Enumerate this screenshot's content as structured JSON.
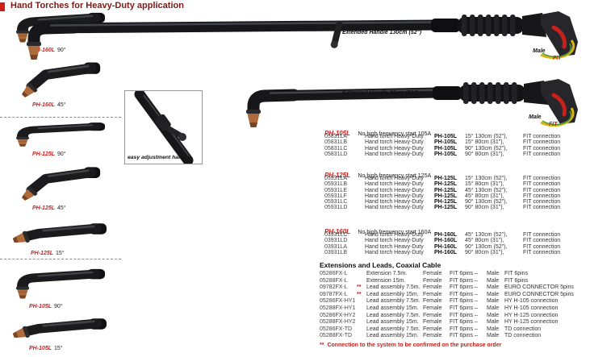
{
  "page": {
    "title": "Hand Torches for Heavy-Duty application"
  },
  "colors": {
    "title_maroon": "#7c1a16",
    "accent_red": "#c8201c",
    "model_red": "#d01f1f",
    "copper_tip": "#b06b3c",
    "cable_yellow": "#d9b512"
  },
  "left_torches": [
    {
      "model": "PH-160L",
      "angle": "90°"
    },
    {
      "model": "PH-160L",
      "angle": "45°"
    },
    {
      "model": "PH-125L",
      "angle": "90°"
    },
    {
      "model": "PH-125L",
      "angle": "45°"
    },
    {
      "model": "PH-125L",
      "angle": "15°"
    },
    {
      "model": "PH-105L",
      "angle": "90°"
    },
    {
      "model": "PH-105L",
      "angle": "15°"
    }
  ],
  "annotations": {
    "extended_handle_long": "Extended Handle 130cm (52\")",
    "extended_handle_short": "Extended Handle 80cm (31\")",
    "male_label": "Male",
    "fit_label": "FIT",
    "easy_adjust": "easy adjustment handle"
  },
  "torch_sections": [
    {
      "model": "PH-105L",
      "note": "No high frequency start 105A",
      "rows": [
        {
          "code": "05831LA",
          "desc": "Hand torch Heavy-Duty",
          "model": "PH-105L",
          "spec": "15°  130cm (52\"),",
          "conn": "FIT connection"
        },
        {
          "code": "05831LB",
          "desc": "Hand torch Heavy-Duty",
          "model": "PH-105L",
          "spec": "15°  80cm (31\"),",
          "conn": "FIT connection"
        },
        {
          "code": "05831LC",
          "desc": "Hand torch Heavy-Duty",
          "model": "PH-105L",
          "spec": "90°  130cm (52\"),",
          "conn": "FIT connection"
        },
        {
          "code": "05831LD",
          "desc": "Hand torch Heavy-Duty",
          "model": "PH-105L",
          "spec": "90°  80cm (31\"),",
          "conn": "FIT connection"
        }
      ]
    },
    {
      "model": "PH-125L",
      "note": "No high frequency start 125A",
      "rows": [
        {
          "code": "05931LA",
          "desc": "Hand torch Heavy-Duty",
          "model": "PH-125L",
          "spec": "15°  130cm (52\"),",
          "conn": "FIT connection"
        },
        {
          "code": "05931LB",
          "desc": "Hand torch Heavy-Duty",
          "model": "PH-125L",
          "spec": "15°  80cm (31\"),",
          "conn": "FIT connection"
        },
        {
          "code": "05931LE",
          "desc": "Hand torch Heavy-Duty",
          "model": "PH-125L",
          "spec": "45°  130cm (52\"),",
          "conn": "FIT connection"
        },
        {
          "code": "05931LF",
          "desc": "Hand torch Heavy-Duty",
          "model": "PH-125L",
          "spec": "45°  80cm (31\"),",
          "conn": "FIT connection"
        },
        {
          "code": "05931LC",
          "desc": "Hand torch Heavy-Duty",
          "model": "PH-125L",
          "spec": "90°  130cm (52\"),",
          "conn": "FIT connection"
        },
        {
          "code": "05931LD",
          "desc": "Hand torch Heavy-Duty",
          "model": "PH-125L",
          "spec": "90°  80cm (31\"),",
          "conn": "FIT connection"
        }
      ]
    },
    {
      "model": "PH-160L",
      "note": "No high frequency start 160A",
      "rows": [
        {
          "code": "03931LC",
          "desc": "Hand torch Heavy-Duty",
          "model": "PH-160L",
          "spec": "45°  130cm (52\"),",
          "conn": "FIT connection"
        },
        {
          "code": "03931LD",
          "desc": "Hand torch Heavy-Duty",
          "model": "PH-160L",
          "spec": "45°  80cm (31\"),",
          "conn": "FIT connection"
        },
        {
          "code": "03931LA",
          "desc": "Hand torch Heavy-Duty",
          "model": "PH-160L",
          "spec": "90°  130cm (52\"),",
          "conn": "FIT connection"
        },
        {
          "code": "03931LB",
          "desc": "Hand torch Heavy-Duty",
          "model": "PH-160L",
          "spec": "90°  80cm (31\"),",
          "conn": "FIT connection"
        }
      ]
    }
  ],
  "extensions": {
    "title": "Extensions and Leads, Coaxial Cable",
    "rows": [
      {
        "code": "05286FX-L",
        "mark": "",
        "desc": "Extension 7.5m.",
        "g1": "Female",
        "c1": "FIT 6pins –",
        "g2": "Male",
        "c2": "FIT 6pins"
      },
      {
        "code": "05288FX-L",
        "mark": "",
        "desc": "Extension 15m.",
        "g1": "Female",
        "c1": "FIT 6pins –",
        "g2": "Male",
        "c2": "FIT 6pins"
      },
      {
        "code": "09782FX-L",
        "mark": "**",
        "desc": "Lead assembly 7.5m.",
        "g1": "Female",
        "c1": "FIT 6pins –",
        "g2": "Male",
        "c2": "EURO CONNECTOR 5pins"
      },
      {
        "code": "09787FX-L",
        "mark": "**",
        "desc": "Lead assembly 15m.",
        "g1": "Female",
        "c1": "FIT 6pins –",
        "g2": "Male",
        "c2": "EURO CONNECTOR 5pins"
      },
      {
        "code": "05286FX-HY1",
        "mark": "",
        "desc": "Lead assembly 7.5m.",
        "g1": "Female",
        "c1": "FIT 6pins –",
        "g2": "Male",
        "c2": "HY H-105 connection"
      },
      {
        "code": "05288FX-HY1",
        "mark": "",
        "desc": "Lead assembly 15m.",
        "g1": "Female",
        "c1": "FIT 6pins –",
        "g2": "Male",
        "c2": "HY H-105 connection"
      },
      {
        "code": "05286FX-HY2",
        "mark": "",
        "desc": "Lead assembly 7.5m.",
        "g1": "Female",
        "c1": "FIT 6pins –",
        "g2": "Male",
        "c2": "HY H-125 connection"
      },
      {
        "code": "05288FX-HY2",
        "mark": "",
        "desc": "Lead assembly 15m.",
        "g1": "Female",
        "c1": "FIT 6pins –",
        "g2": "Male",
        "c2": "HY H-125 connection"
      },
      {
        "code": "05286FX-TD",
        "mark": "",
        "desc": "Lead assembly 7.5m.",
        "g1": "Female",
        "c1": "FIT 6pins –",
        "g2": "Male",
        "c2": "TD connection"
      },
      {
        "code": "05288FX-TD",
        "mark": "",
        "desc": "Lead assembly 15m.",
        "g1": "Female",
        "c1": "FIT 6pins –",
        "g2": "Male",
        "c2": "TD connection"
      }
    ],
    "footnote_mark": "**",
    "footnote_text": "Connection to the system to be confirmed on the purchase order"
  }
}
